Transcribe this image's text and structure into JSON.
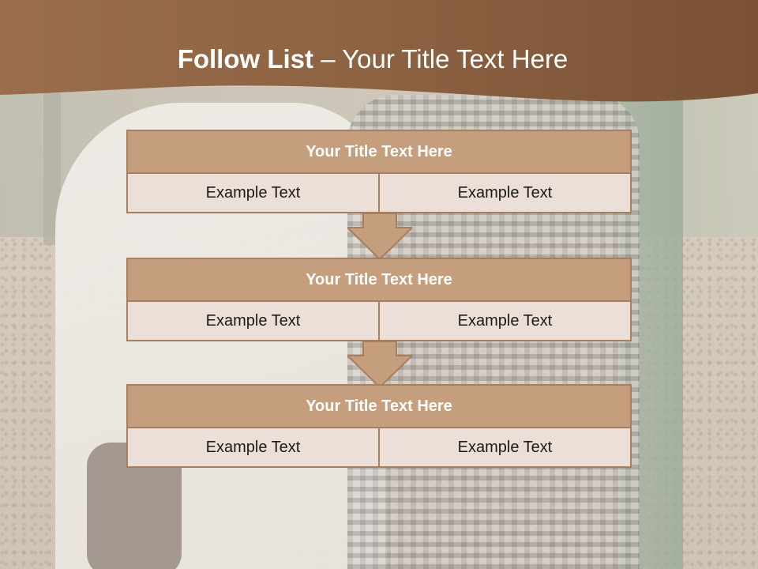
{
  "slide": {
    "title_bold": "Follow List",
    "title_rest": "– Your Title Text Here"
  },
  "colors": {
    "header_band": "#8a5f3f",
    "block_header": "#c49e7d",
    "block_border": "#a87e5c",
    "cell_fill": "#ecdfd8"
  },
  "blocks": [
    {
      "title": "Your Title Text Here",
      "left": "Example Text",
      "right": "Example Text"
    },
    {
      "title": "Your Title Text Here",
      "left": "Example Text",
      "right": "Example Text"
    },
    {
      "title": "Your Title Text Here",
      "left": "Example Text",
      "right": "Example Text"
    }
  ]
}
